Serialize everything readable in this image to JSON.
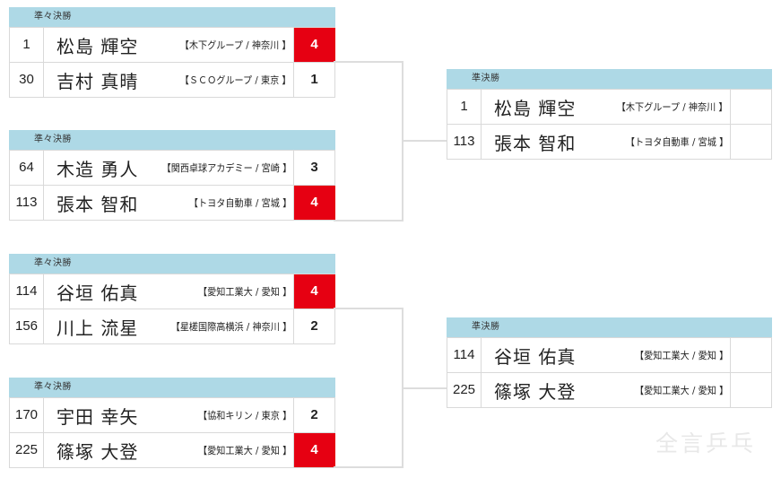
{
  "bracket": {
    "round_labels": {
      "quarterfinal": "準々決勝",
      "semifinal": "準決勝"
    },
    "quarterfinals": [
      {
        "header": "準々決勝",
        "players": [
          {
            "seed": "1",
            "name": "松島 輝空",
            "affiliation": "【木下グループ / 神奈川 】",
            "score": "4",
            "winner": true
          },
          {
            "seed": "30",
            "name": "吉村 真晴",
            "affiliation": "【ＳＣＯグループ / 東京 】",
            "score": "1",
            "winner": false
          }
        ]
      },
      {
        "header": "準々決勝",
        "players": [
          {
            "seed": "64",
            "name": "木造 勇人",
            "affiliation": "【関西卓球アカデミー / 宮崎 】",
            "score": "3",
            "winner": false
          },
          {
            "seed": "113",
            "name": "張本 智和",
            "affiliation": "【トヨタ自動車 / 宮城 】",
            "score": "4",
            "winner": true
          }
        ]
      },
      {
        "header": "準々決勝",
        "players": [
          {
            "seed": "114",
            "name": "谷垣 佑真",
            "affiliation": "【愛知工業大 / 愛知 】",
            "score": "4",
            "winner": true
          },
          {
            "seed": "156",
            "name": "川上 流星",
            "affiliation": "【星槎国際高横浜 / 神奈川 】",
            "score": "2",
            "winner": false
          }
        ]
      },
      {
        "header": "準々決勝",
        "players": [
          {
            "seed": "170",
            "name": "宇田 幸矢",
            "affiliation": "【協和キリン / 東京 】",
            "score": "2",
            "winner": false
          },
          {
            "seed": "225",
            "name": "篠塚 大登",
            "affiliation": "【愛知工業大 / 愛知 】",
            "score": "4",
            "winner": true
          }
        ]
      }
    ],
    "semifinals": [
      {
        "header": "準決勝",
        "players": [
          {
            "seed": "1",
            "name": "松島 輝空",
            "affiliation": "【木下グループ / 神奈川 】",
            "score": "",
            "winner": false
          },
          {
            "seed": "113",
            "name": "張本 智和",
            "affiliation": "【トヨタ自動車 / 宮城 】",
            "score": "",
            "winner": false
          }
        ]
      },
      {
        "header": "準決勝",
        "players": [
          {
            "seed": "114",
            "name": "谷垣 佑真",
            "affiliation": "【愛知工業大 / 愛知 】",
            "score": "",
            "winner": false
          },
          {
            "seed": "225",
            "name": "篠塚 大登",
            "affiliation": "【愛知工業大 / 愛知 】",
            "score": "",
            "winner": false
          }
        ]
      }
    ]
  },
  "watermark": {
    "text": "全言乒乓"
  },
  "colors": {
    "header_blue": "#aed9e6",
    "winner_red": "#e60012",
    "border_gray": "#d9d9d9",
    "connector_gray": "#dddddd",
    "watermark_gray": "#e8e8e8"
  }
}
